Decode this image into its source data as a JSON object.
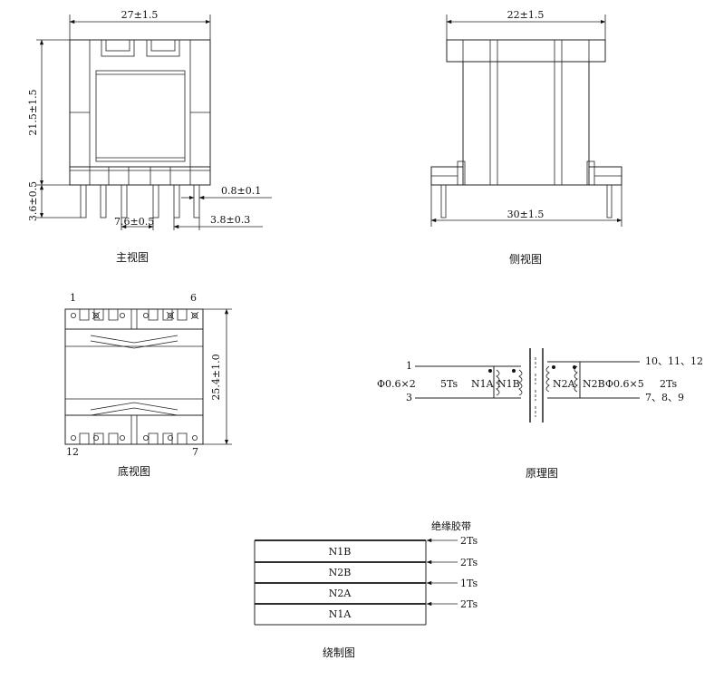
{
  "front_view": {
    "caption": "主视图",
    "width_dim": "27±1.5",
    "height_dim": "21.5±1.5",
    "base_dim": "3.6±0.5",
    "pin_dim": "0.8±0.1",
    "pitch_dim_a": "7.6±0.5",
    "pitch_dim_b": "3.8±0.3"
  },
  "side_view": {
    "caption": "侧视图",
    "top_dim": "22±1.5",
    "bottom_dim": "30±1.5"
  },
  "bottom_view": {
    "caption": "底视图",
    "pin_1": "1",
    "pin_6": "6",
    "pin_12": "12",
    "pin_7": "7",
    "height_dim": "25.4±1.0"
  },
  "schematic": {
    "caption": "原理图",
    "pin_1": "1",
    "pin_3": "3",
    "pins_top_right": "10、11、12",
    "pins_bottom_right": "7、8、9",
    "primary_wire": "Φ0.6×2",
    "primary_turns": "5Ts",
    "n1a": "N1A",
    "n1b": "N1B",
    "n2a": "N2A",
    "n2b": "N2B",
    "secondary_wire": "Φ0.6×5",
    "secondary_turns": "2Ts"
  },
  "winding": {
    "caption": "绕制图",
    "tape_label": "绝缘胶带",
    "layers": [
      "N1B",
      "N2B",
      "N2A",
      "N1A"
    ],
    "tape_turns": [
      "2Ts",
      "2Ts",
      "1Ts",
      "2Ts"
    ]
  }
}
